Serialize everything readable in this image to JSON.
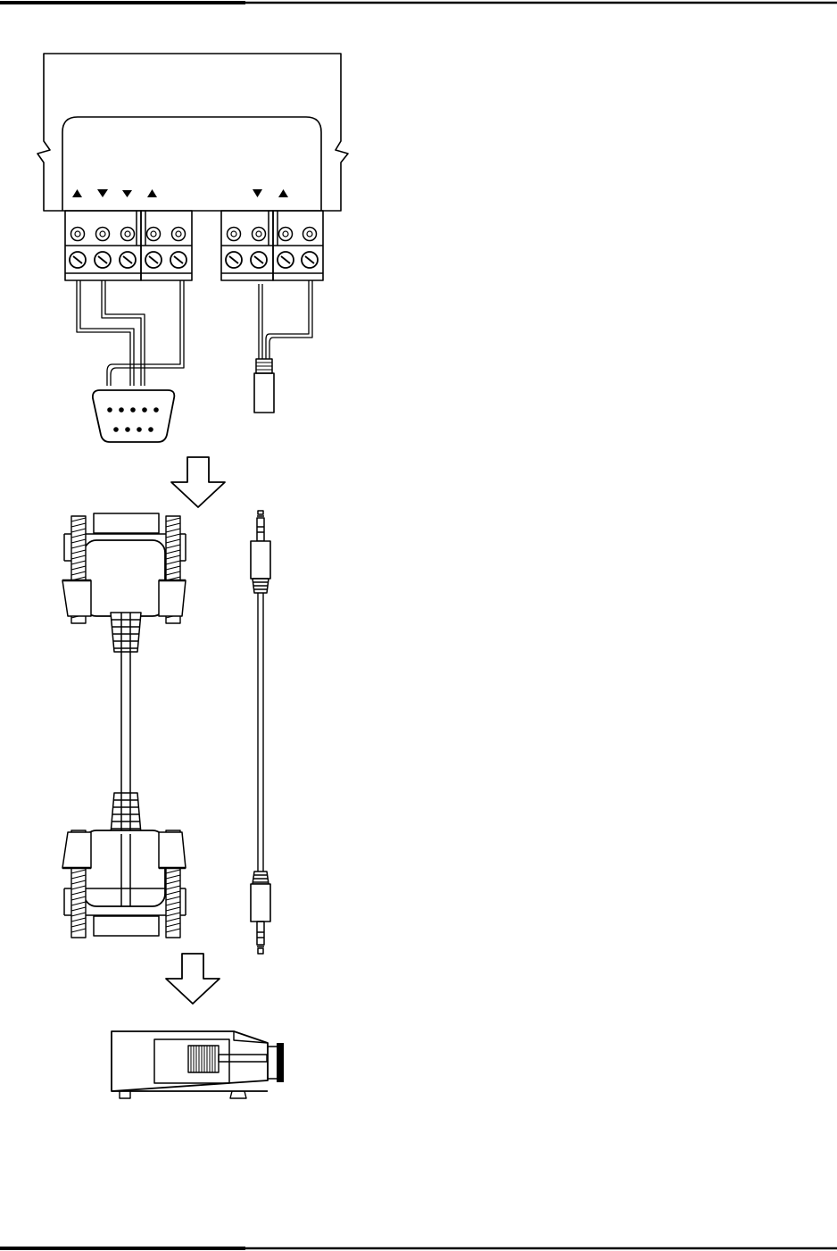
{
  "page": {
    "background": "#ffffff",
    "ink": "#000000",
    "rule_style": "thick-half / thin-half horizontal rules at top and bottom"
  },
  "control_unit": {
    "terminal_groups": 4,
    "screws_per_group": [
      3,
      2,
      2,
      2
    ],
    "direction_arrows": [
      "up",
      "down",
      "down",
      "up",
      "down",
      "up"
    ]
  },
  "connectors": {
    "serial_port": "db9-female",
    "mini_jack": "3.5mm-plug"
  },
  "cables": {
    "serial_cable": "db9-to-db9",
    "audio_cable": "mini-jack-to-mini-jack"
  },
  "flow_arrows": 2,
  "target_device": "projector"
}
